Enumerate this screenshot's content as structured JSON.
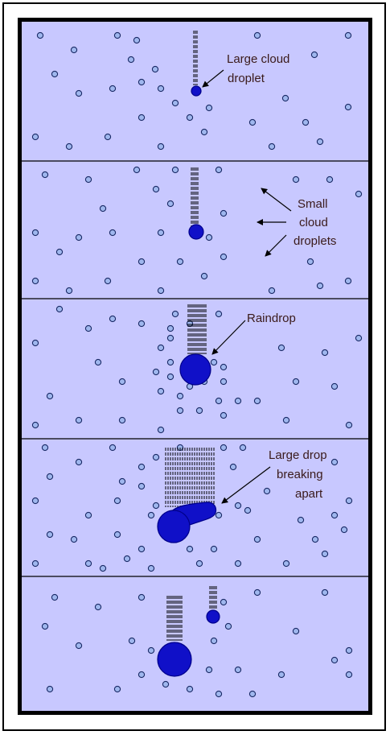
{
  "colors": {
    "background": "#c8c8ff",
    "small_droplet_fill": "#9fb7ee",
    "small_droplet_stroke": "#1a2a66",
    "drop_fill": "#1010c8",
    "drop_stroke": "#00008a",
    "divider": "#000000",
    "label_text": "#3a1a1a"
  },
  "panels": [
    {
      "name": "panel-1",
      "labels": [
        "Large cloud",
        "droplet"
      ]
    },
    {
      "name": "panel-2",
      "labels": [
        "Small",
        "cloud",
        "droplets"
      ]
    },
    {
      "name": "panel-3",
      "labels": [
        "Raindrop"
      ]
    },
    {
      "name": "panel-4",
      "labels": [
        "Large drop",
        "breaking",
        "apart"
      ]
    },
    {
      "name": "panel-5",
      "labels": []
    }
  ]
}
